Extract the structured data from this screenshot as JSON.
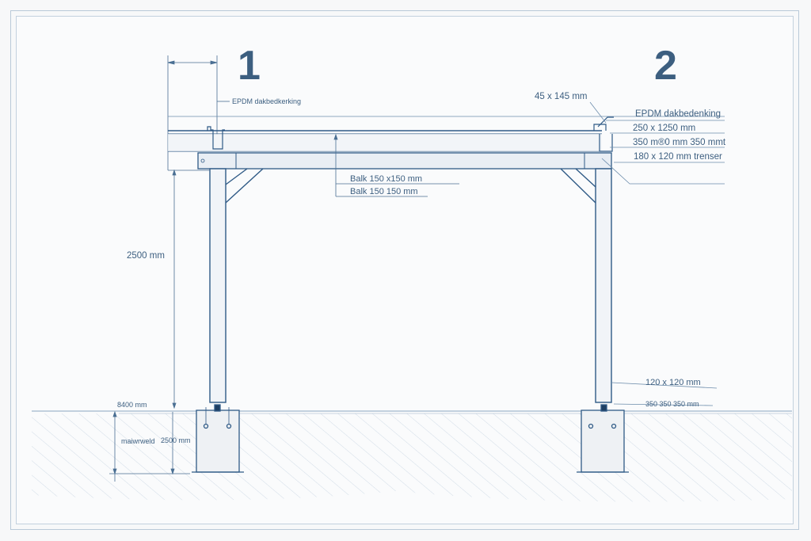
{
  "drawing": {
    "title_markers": [
      {
        "id": "1",
        "label": "1"
      },
      {
        "id": "2",
        "label": "2"
      }
    ],
    "colors": {
      "line": "#2f5a86",
      "text": "#3d5f80",
      "frame": "#b9c9d8",
      "background": "#fafbfc",
      "hatch": "#c8d5e2"
    },
    "labels": {
      "left_epdm": "EPDM dakbedkerking",
      "right_timber": "45 x 145 mm",
      "right_epdm": "EPDM dakbedenking",
      "right_250": "250 x 1250 mm",
      "right_350": "350 m®0 mm 350 mmt",
      "right_180": "180 x 120 mm trenser",
      "beam_1": "Balk 150 x150 mm",
      "beam_2": "Balk 150 150 mm",
      "post_height": "2500 mm",
      "ground_level": "8400 mm",
      "foundation_label": "maiwrweld",
      "foundation_depth": "2500 mm",
      "post_size": "120 x 120 mm",
      "footing_size": "350 350 350 mm"
    }
  }
}
